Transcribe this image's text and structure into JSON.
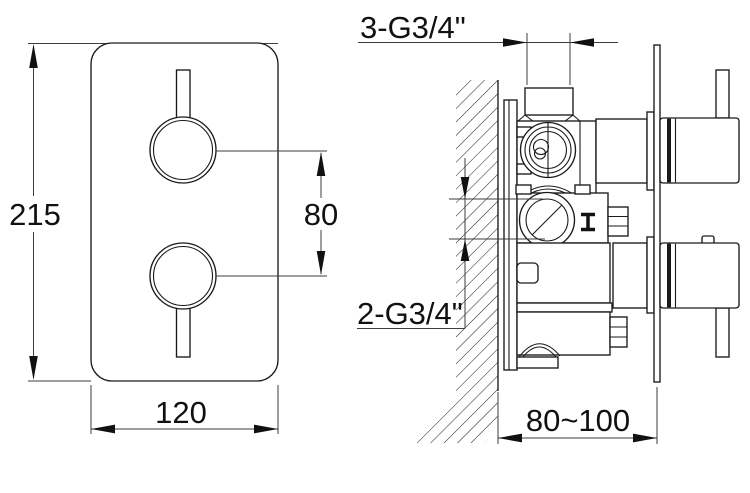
{
  "colors": {
    "line": "#1a1a1a",
    "background": "#ffffff"
  },
  "front_view": {
    "height_label": "215",
    "knob_spacing_label": "80",
    "width_label": "120"
  },
  "side_view": {
    "top_port_label": "3-G3/4\"",
    "lower_port_label": "2-G3/4\"",
    "depth_range_label": "80~100"
  }
}
